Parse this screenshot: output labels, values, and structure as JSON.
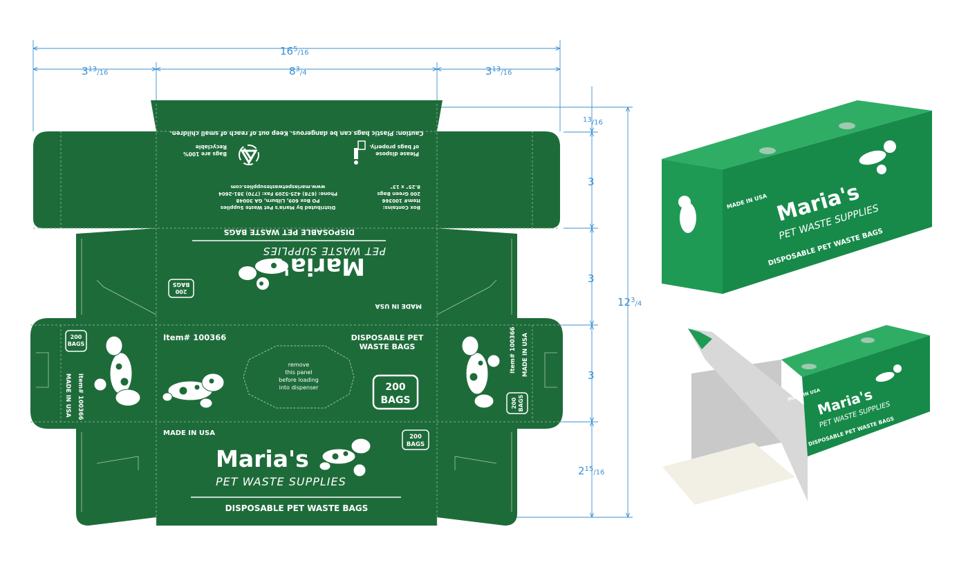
{
  "dimensions": {
    "overall_width": {
      "whole": "16",
      "num": "5",
      "den": "16"
    },
    "left_panel": {
      "whole": "3",
      "num": "13",
      "den": "16"
    },
    "center_panel": {
      "whole": "8",
      "num": "3",
      "den": "4"
    },
    "right_panel": {
      "whole": "3",
      "num": "13",
      "den": "16"
    },
    "top_tab": {
      "num": "13",
      "den": "16"
    },
    "seg_1": "3",
    "seg_2": "3",
    "seg_3": "3",
    "seg_4": {
      "whole": "2",
      "num": "15",
      "den": "16"
    },
    "overall_height": {
      "whole": "12",
      "num": "3",
      "den": "4"
    }
  },
  "back_panel": {
    "caution": "Caution: Plastic bags can be dangerous. Keep out of reach of small children.",
    "dispose_1": "Please dispose",
    "dispose_2": "of bags properly.",
    "recycle_1": "Bags are 100%",
    "recycle_2": "Recyclable",
    "contains_title": "Box Contains:",
    "contains_1": "Item# 100366",
    "contains_2": "200 Green Bags",
    "contains_3": "8.25\" x 13\"",
    "dist_1": "Distributed by Maria's Pet Waste Supplies",
    "dist_2": "PO Box 609, Lilburn, GA 30048",
    "dist_3": "Phone: (678) 425-5209     Fax: (770) 381-2604",
    "dist_4": "www.mariaspetwastesupplies.com"
  },
  "brand": {
    "name": "Maria's",
    "tagline": "PET WASTE SUPPLIES",
    "product": "DISPOSABLE PET WASTE BAGS",
    "made_in": "MADE IN USA",
    "count_num": "200",
    "count_unit": "BAGS",
    "item": "Item# 100366"
  },
  "center_panel": {
    "product_1": "DISPOSABLE PET",
    "product_2": "WASTE BAGS",
    "remove_1": "remove",
    "remove_2": "this panel",
    "remove_3": "before loading",
    "remove_4": "into dispenser"
  },
  "colors": {
    "box_green": "#1e6b3a",
    "render_green": "#1f9a55",
    "dimension_blue": "#3a8fd1",
    "fold_line": "#7fae8f"
  }
}
